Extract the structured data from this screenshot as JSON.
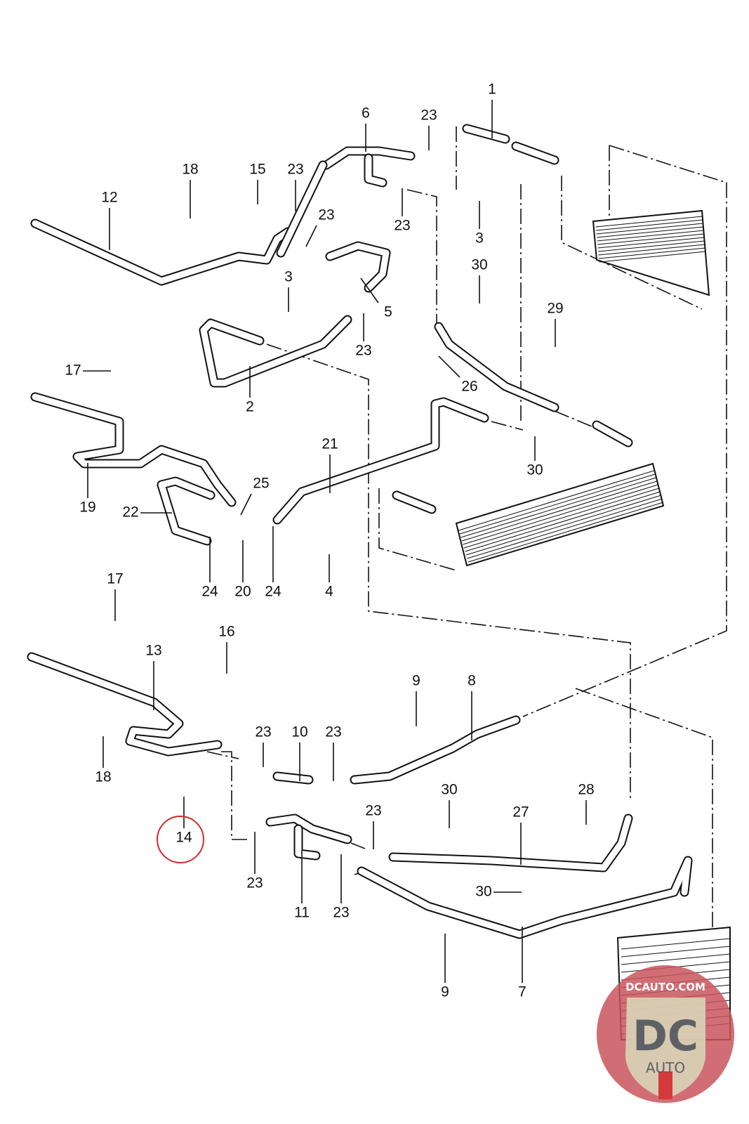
{
  "diagram": {
    "part_labels": [
      "1",
      "6",
      "23",
      "18",
      "15",
      "23",
      "12",
      "23",
      "23",
      "3",
      "3",
      "30",
      "5",
      "29",
      "23",
      "17",
      "26",
      "2",
      "21",
      "30",
      "25",
      "19",
      "22",
      "24",
      "20",
      "24",
      "4",
      "17",
      "16",
      "13",
      "9",
      "8",
      "23",
      "10",
      "23",
      "18",
      "30",
      "28",
      "23",
      "27",
      "14",
      "23",
      "30",
      "11",
      "23",
      "9",
      "7"
    ],
    "highlighted_label": "14",
    "highlight_color": "#d42a2a"
  },
  "logo": {
    "site": "DCAUTO.COM",
    "mark": "DC",
    "sub": "AUTO",
    "colors": {
      "badge": "#c9555d",
      "shield": "#d8d3b8",
      "letters": "#5d6166"
    }
  }
}
